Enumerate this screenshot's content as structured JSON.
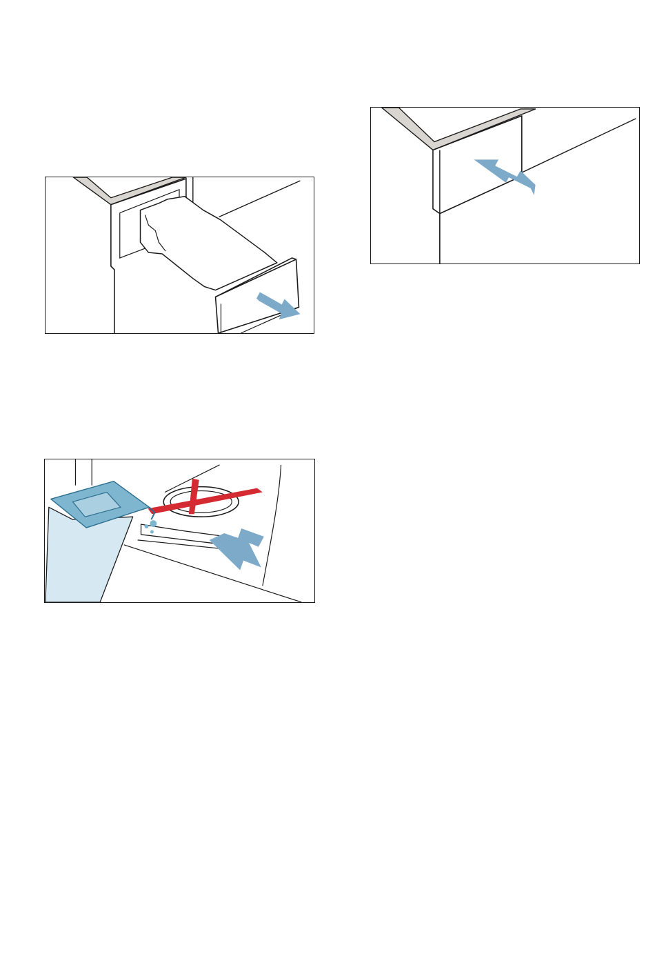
{
  "page": {
    "background": "#ffffff"
  },
  "figures": [
    {
      "id": "pull-out",
      "depicts": "detergent-drawer-pulled-out",
      "arrow": "blue-arrow-pull-out"
    },
    {
      "id": "push-in",
      "depicts": "detergent-drawer-closed",
      "arrow": "blue-arrow-push-in"
    },
    {
      "id": "fill",
      "depicts": "measuring-container-pouring-into-compartment",
      "arrow": "blue-arrow-insert",
      "marker": "red-cross"
    }
  ],
  "colors": {
    "line": "#1a1a1a",
    "arrow_blue": "#7eaac9",
    "cup_fill": "#d6e8f1",
    "cup_lid": "#7fb6cf",
    "cup_lid_stroke": "#2d6f8f",
    "red_cross": "#d42a32",
    "counter_gray": "#d9d6d2"
  }
}
